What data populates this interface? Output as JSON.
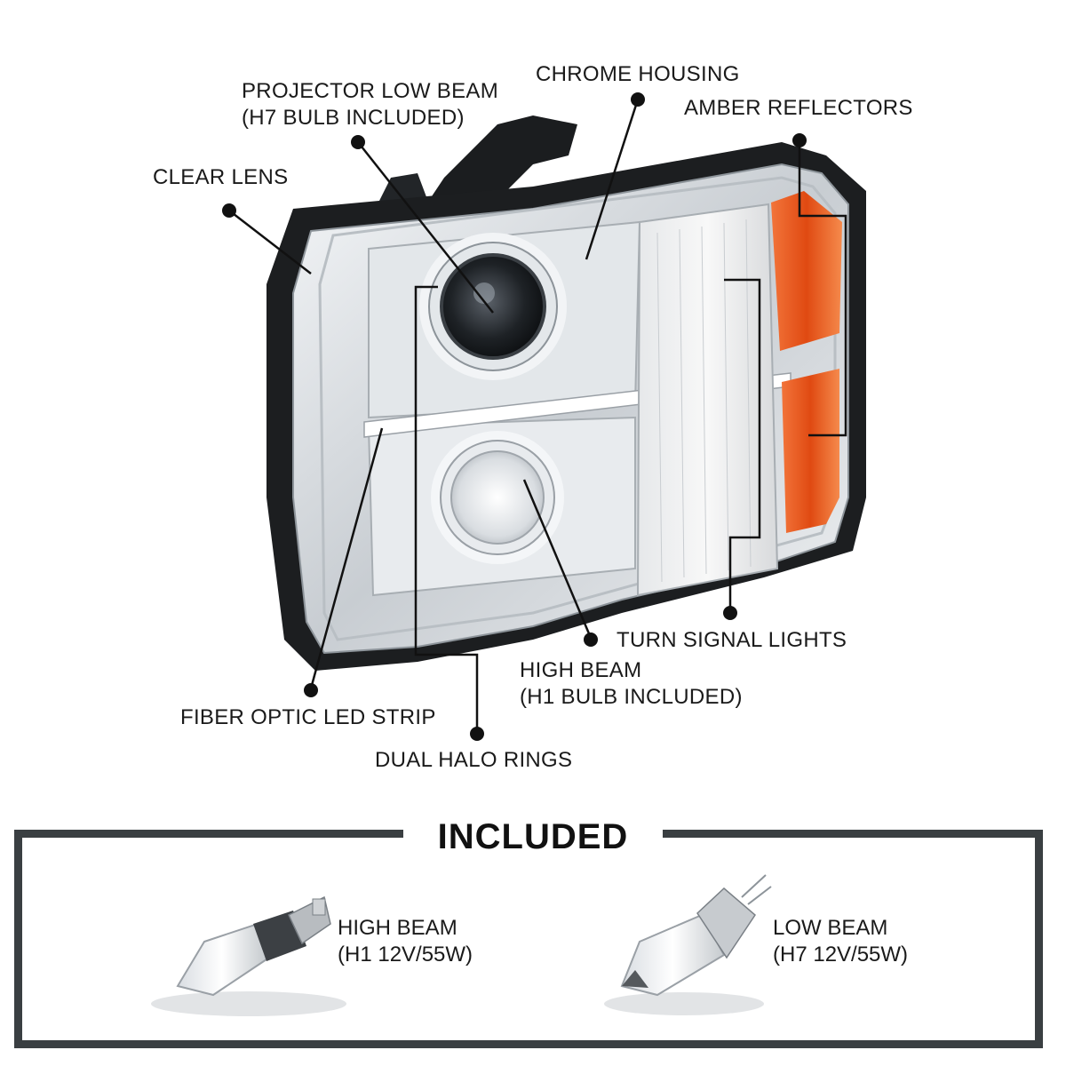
{
  "callouts": {
    "projector_low_beam": {
      "line1": "PROJECTOR LOW BEAM",
      "line2": "(H7 BULB INCLUDED)"
    },
    "chrome_housing": "CHROME HOUSING",
    "amber_reflectors": "AMBER REFLECTORS",
    "clear_lens": "CLEAR LENS",
    "turn_signal_lights": "TURN SIGNAL LIGHTS",
    "high_beam": {
      "line1": "HIGH BEAM",
      "line2": "(H1 BULB INCLUDED)"
    },
    "fiber_optic_led_strip": "FIBER OPTIC LED STRIP",
    "dual_halo_rings": "DUAL HALO RINGS"
  },
  "included": {
    "title": "INCLUDED",
    "high_beam_bulb": {
      "line1": "HIGH BEAM",
      "line2": "(H1 12V/55W)"
    },
    "low_beam_bulb": {
      "line1": "LOW BEAM",
      "line2": "(H7 12V/55W)"
    }
  },
  "colors": {
    "callout_line": "#111111",
    "box_border": "#3a3f42",
    "amber": "#e8500f",
    "chrome": "#c9ced3"
  }
}
